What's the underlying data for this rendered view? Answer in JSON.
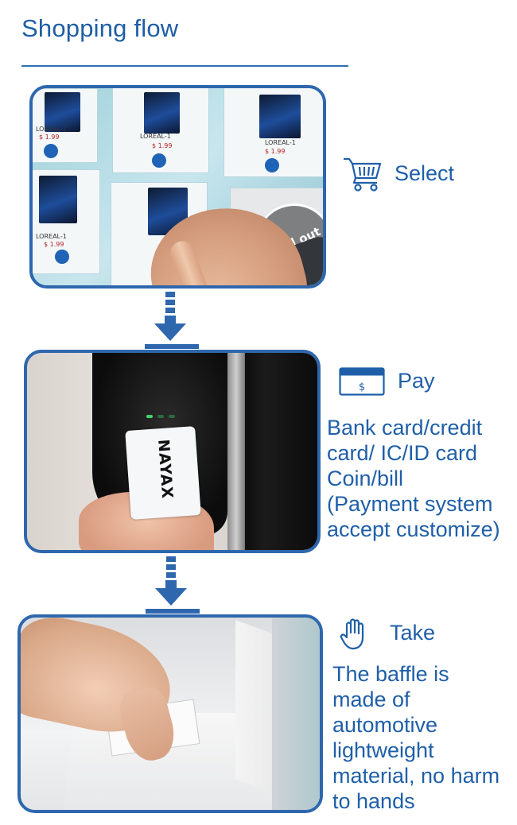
{
  "page": {
    "title": "Shopping flow"
  },
  "steps": [
    {
      "label": "Select",
      "icon": "shopping-cart-icon",
      "description": ""
    },
    {
      "label": "Pay",
      "icon": "payment-card-icon",
      "description": "Bank card/credit\ncard/ IC/ID card\nCoin/bill\n(Payment system\naccept customize)"
    },
    {
      "label": "Take",
      "icon": "hand-icon",
      "description": "The baffle is\nmade of\nautomotive\nlightweight\nmaterial, no harm\n to hands"
    }
  ],
  "photos": {
    "select": {
      "tile_label": "LOREAL-1",
      "tile_price": "$ 1.99",
      "badge": "Sold out"
    },
    "pay": {
      "card_brand": "NAYAX"
    }
  },
  "colors": {
    "accent": "#1f5fa8",
    "frame": "#2e67ad"
  }
}
